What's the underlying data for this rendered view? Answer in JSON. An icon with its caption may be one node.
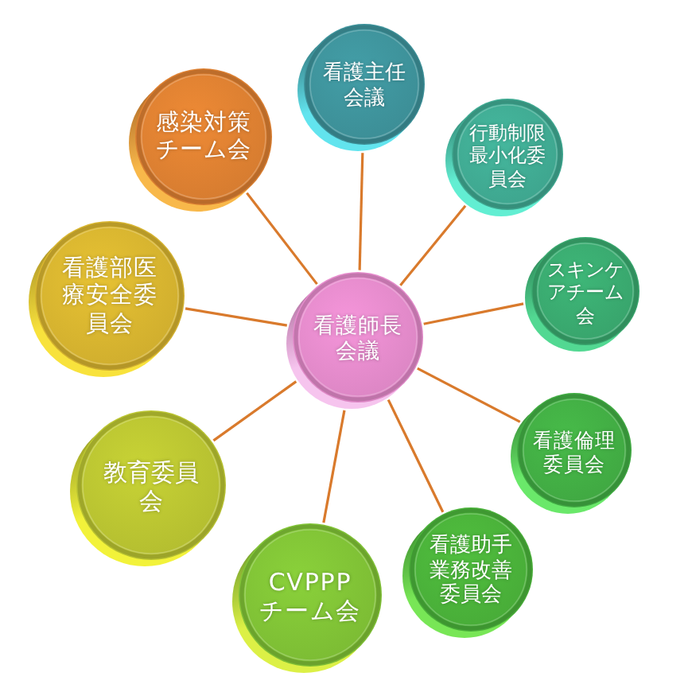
{
  "diagram": {
    "nodes": [
      {
        "text": [
          "看護師長会議"
        ]
      },
      {
        "text": [
          "看護主任会議"
        ]
      },
      {
        "text": [
          "行動制限最小化委員会"
        ]
      },
      {
        "text": [
          "スキンケアチーム会"
        ]
      },
      {
        "text": [
          "看護倫理委員会"
        ]
      },
      {
        "text": [
          "看護助手業務改善委員会"
        ]
      },
      {
        "text": [
          "CVPPPチーム会"
        ]
      },
      {
        "text": [
          "教育委員会"
        ]
      },
      {
        "text": [
          "看護部医療安全委員会"
        ]
      },
      {
        "text": [
          "感染対策チーム会"
        ]
      }
    ],
    "edges": [
      {
        "from": 0,
        "to": 1,
        "arrow": "none"
      },
      {
        "from": 0,
        "to": 2,
        "arrow": "none"
      },
      {
        "from": 0,
        "to": 3,
        "arrow": "none"
      },
      {
        "from": 0,
        "to": 4,
        "arrow": "none"
      },
      {
        "from": 0,
        "to": 5,
        "arrow": "none"
      },
      {
        "from": 0,
        "to": 6,
        "arrow": "none"
      },
      {
        "from": 0,
        "to": 7,
        "arrow": "none"
      },
      {
        "from": 0,
        "to": 8,
        "arrow": "none"
      },
      {
        "from": 0,
        "to": 9,
        "arrow": "none"
      }
    ]
  }
}
